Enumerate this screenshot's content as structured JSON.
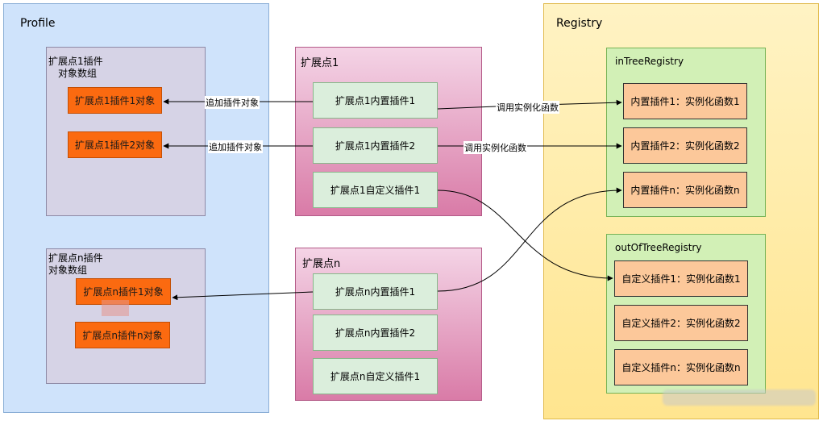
{
  "profile": {
    "title": "Profile",
    "group1": {
      "label_line1": "扩展点1插件",
      "label_line2": "对象数组",
      "items": [
        "扩展点1插件1对象",
        "扩展点1插件2对象"
      ]
    },
    "groupN": {
      "label_line1": "扩展点n插件",
      "label_line2": "对象数组",
      "items": [
        "扩展点n插件1对象",
        "扩展点n插件n对象"
      ]
    }
  },
  "ext1": {
    "title": "扩展点1",
    "plugins": [
      "扩展点1内置插件1",
      "扩展点1内置插件2",
      "扩展点1自定义插件1"
    ]
  },
  "extN": {
    "title": "扩展点n",
    "plugins": [
      "扩展点n内置插件1",
      "扩展点n内置插件2",
      "扩展点n自定义插件1"
    ]
  },
  "registry": {
    "title": "Registry",
    "inTree": {
      "title": "inTreeRegistry",
      "items": [
        "内置插件1：实例化函数1",
        "内置插件2：实例化函数2",
        "内置插件n：实例化函数n"
      ]
    },
    "outOfTree": {
      "title": "outOfTreeRegistry",
      "items": [
        "自定义插件1：实例化函数1",
        "自定义插件2：实例化函数2",
        "自定义插件n：实例化函数n"
      ]
    }
  },
  "edges": {
    "append1": "追加插件对象",
    "append2": "追加插件对象",
    "call1": "调用实例化函数",
    "call2": "调用实例化函数"
  }
}
